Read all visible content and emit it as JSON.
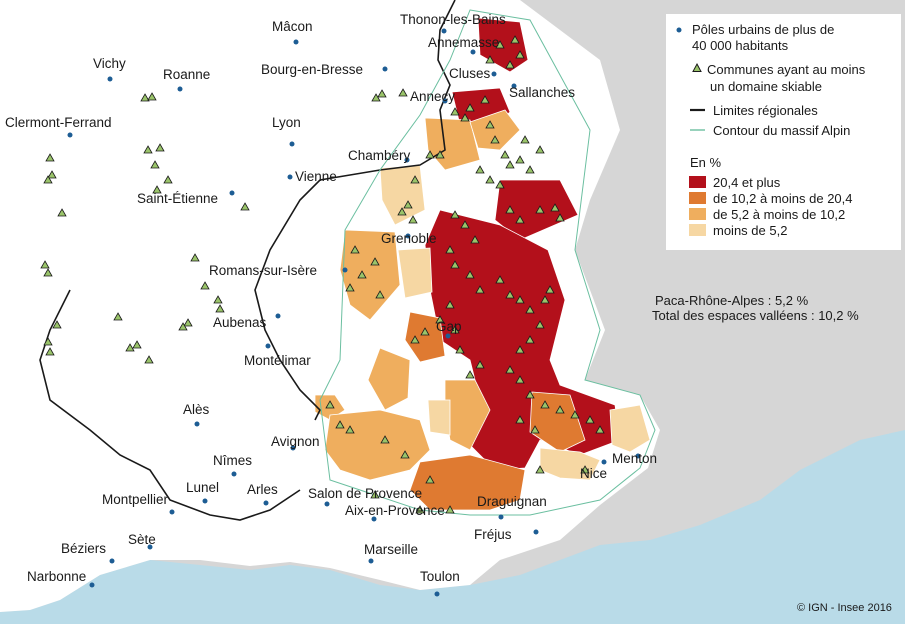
{
  "colors": {
    "sea": "#b9dbe8",
    "outside_land": "#d6d6d6",
    "region_land": "#ffffff",
    "border": "#1a1a1a",
    "alpine_contour": "#6bbfa0",
    "class_1": "#b3101b",
    "class_2": "#df7a31",
    "class_3": "#efae5e",
    "class_4": "#f6d7a3",
    "city_dot": "#1d5d94",
    "ski_marker": "#9ac46a"
  },
  "legend": {
    "cities": "Pôles urbains de plus de 40 000 habitants",
    "cities_line1": "Pôles urbains de plus de",
    "cities_line2": "40 000 habitants",
    "ski_line1": "Communes ayant au moins",
    "ski_line2": "un domaine skiable",
    "regional_limits": "Limites régionales",
    "alpine_contour": "Contour du massif Alpin",
    "unit": "En %",
    "classes": [
      {
        "label": "20,4 et plus"
      },
      {
        "label": "de 10,2 à moins de 20,4"
      },
      {
        "label": "de 5,2 à moins de 10,2"
      },
      {
        "label": "moins de 5,2"
      }
    ]
  },
  "stats": {
    "line1": "Paca-Rhône-Alpes : 5,2 %",
    "line2": "Total des espaces valléens : 10,2 %"
  },
  "credit": "© IGN - Insee 2016",
  "cities": [
    "Mâcon",
    "Thonon-les-Bains",
    "Annemasse",
    "Vichy",
    "Roanne",
    "Bourg-en-Bresse",
    "Cluses",
    "Sallanches",
    "Annecy",
    "Clermont-Ferrand",
    "Lyon",
    "Chambéry",
    "Vienne",
    "Saint-Étienne",
    "Grenoble",
    "Romans-sur-Isère",
    "Aubenas",
    "Montélimar",
    "Gap",
    "Alès",
    "Avignon",
    "Nîmes",
    "Menton",
    "Nice",
    "Lunel",
    "Arles",
    "Montpellier",
    "Salon de Provence",
    "Draguignan",
    "Aix-en-Provence",
    "Fréjus",
    "Sète",
    "Béziers",
    "Marseille",
    "Narbonne",
    "Toulon"
  ]
}
